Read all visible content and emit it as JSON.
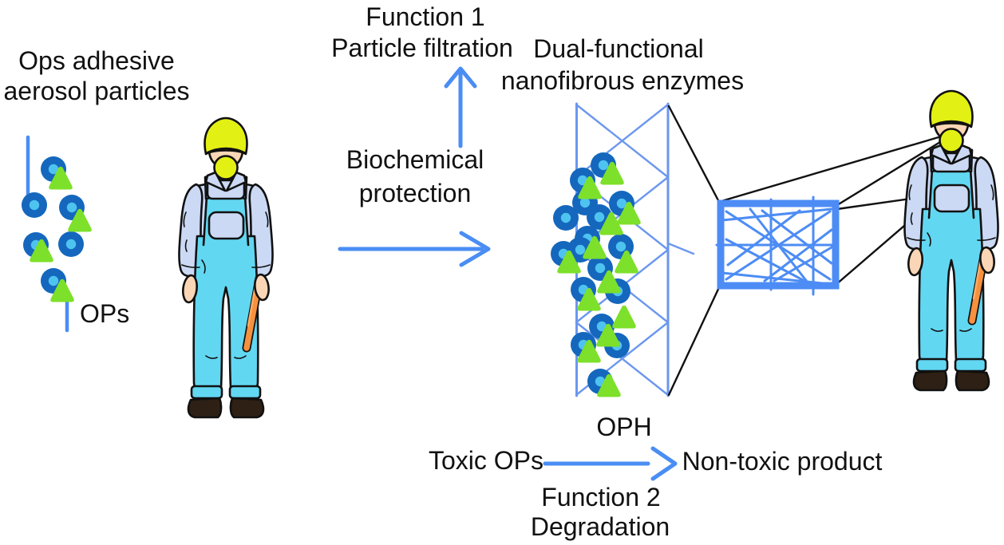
{
  "labels": {
    "aerosol_line1": "Ops adhesive",
    "aerosol_line2": "aerosol particles",
    "ops": "OPs",
    "function1_line1": "Function 1",
    "function1_line2": "Particle filtration",
    "biochem_line1": "Biochemical",
    "biochem_line2": "protection",
    "dual_line1": "Dual-functional",
    "dual_line2": "nanofibrous enzymes",
    "oph": "OPH",
    "toxic_ops": "Toxic OPs",
    "nontoxic": "Non-toxic product",
    "function2_line1": "Function 2",
    "function2_line2": "Degradation"
  },
  "colors": {
    "text_color": "#111111",
    "outline": "#111111",
    "arrow_blue": "#4a8df4",
    "mesh_blue": "#6b97ee",
    "box_blue": "#4d8cf5",
    "particle_blue": "#1467bd",
    "particle_core": "#4fc3f0",
    "triangle_green": "#7de02a",
    "hat": "#e3f013",
    "skin": "#fbd6b6",
    "shirt": "#cbd9f4",
    "overalls": "#62d7f2",
    "baton": "#f6913f",
    "baton_light": "#fcae67",
    "shoes": "#2e2014"
  }
}
